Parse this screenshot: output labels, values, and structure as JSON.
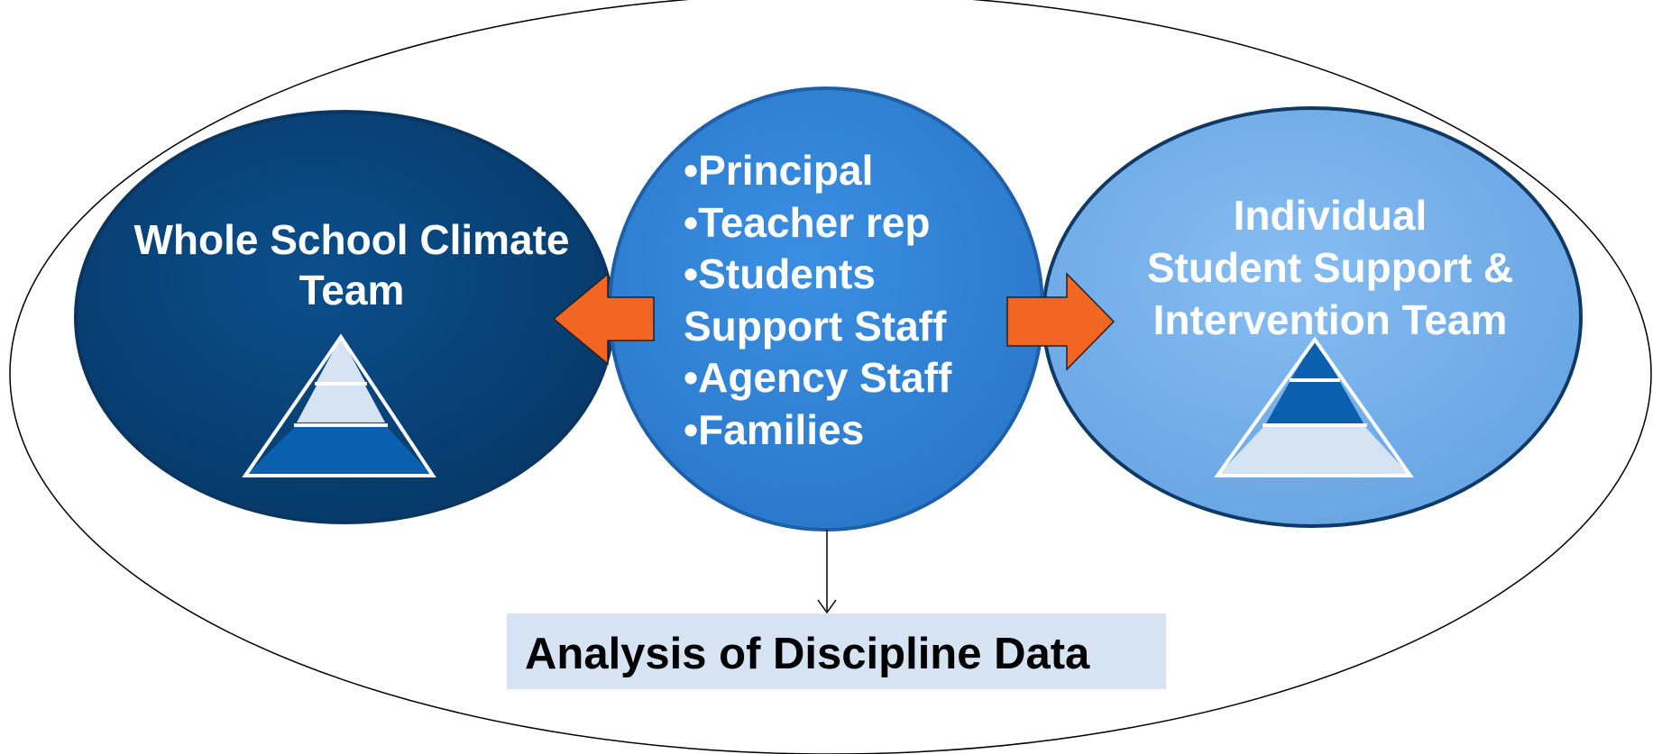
{
  "title": "",
  "left_circle": {
    "label_line1": "Whole School Climate",
    "label_line2": "Team",
    "color": "#08457a"
  },
  "center_circle": {
    "items": [
      "•Principal",
      "•Teacher rep",
      "•Students",
      "Support Staff",
      "•Agency Staff",
      "•Families"
    ],
    "color": "#2e83d9"
  },
  "right_circle": {
    "label_line1": "Individual",
    "label_line2": "Student Support &",
    "label_line3": "Intervention Team",
    "color": "#79b3ee"
  },
  "bottom_box": {
    "label": "Analysis of Discipline Data",
    "color": "#d6e3f2"
  },
  "arrow_color": "#f26522",
  "pyramid_dark": "#0a5fae",
  "pyramid_light": "#d6e3f2"
}
